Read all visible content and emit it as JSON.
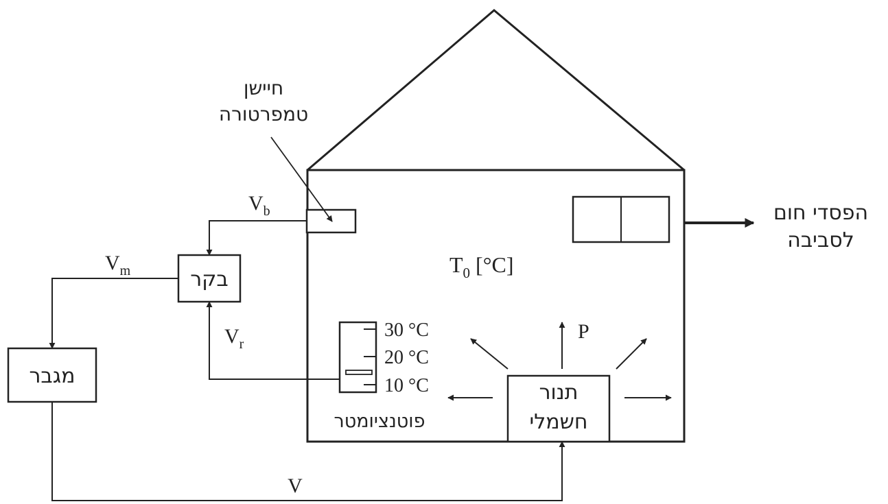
{
  "labels": {
    "sensor": [
      "חיישן",
      "טמפרטורה"
    ],
    "controller": "בקר",
    "amplifier": "מגבר",
    "heater": [
      "תנור",
      "חשמלי"
    ],
    "potentiometer": "פוטנציומטר",
    "heat_loss": [
      "הפסדי חום",
      "לסביבה"
    ]
  },
  "signals": {
    "vb": {
      "main": "V",
      "sub": "b"
    },
    "vm": {
      "main": "V",
      "sub": "m"
    },
    "vr": {
      "main": "V",
      "sub": "r"
    },
    "v": "V",
    "p": "P"
  },
  "room_temp": {
    "main": "T",
    "sub": "0",
    "unit": " [°C]"
  },
  "potentiometer_scale": [
    "30 °C",
    "20 °C",
    "10 °C"
  ]
}
